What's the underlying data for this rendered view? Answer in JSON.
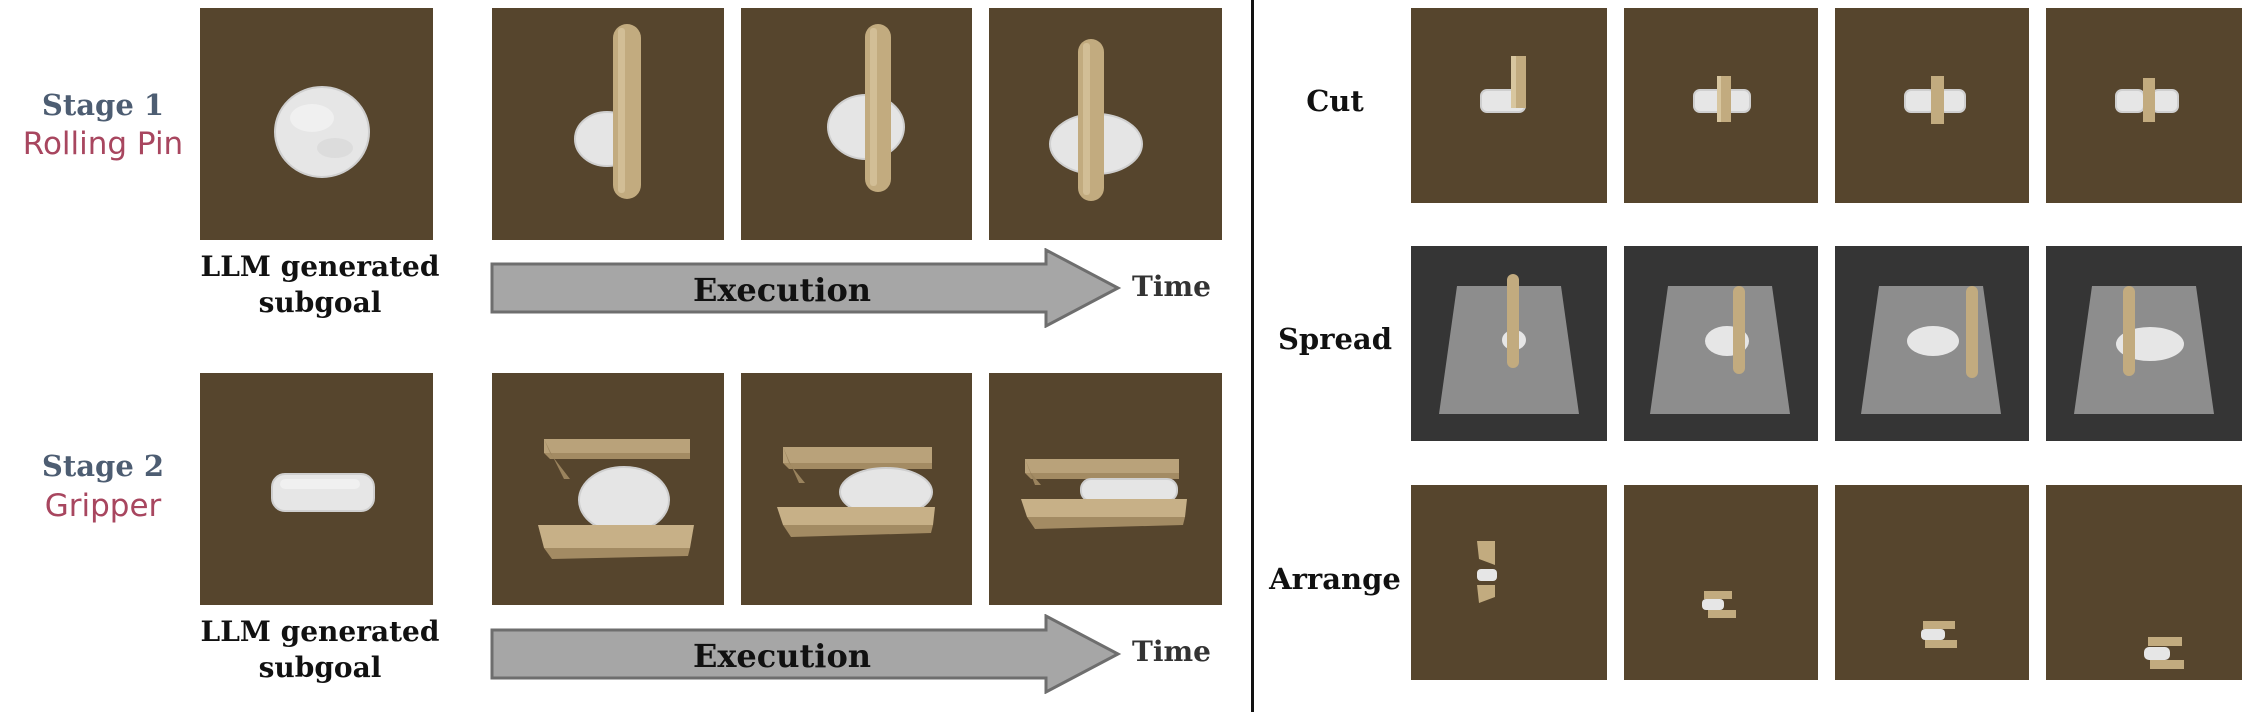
{
  "left": {
    "stages": [
      {
        "number": "Stage 1",
        "tool": "Rolling Pin",
        "caption_line1": "LLM generated",
        "caption_line2": "subgoal",
        "arrow_label": "Execution",
        "time_label": "Time"
      },
      {
        "number": "Stage 2",
        "tool": "Gripper",
        "caption_line1": "LLM generated",
        "caption_line2": "subgoal",
        "arrow_label": "Execution",
        "time_label": "Time"
      }
    ]
  },
  "right": {
    "tasks": [
      {
        "label": "Cut"
      },
      {
        "label": "Spread"
      },
      {
        "label": "Arrange"
      }
    ]
  },
  "colors": {
    "floor": "#56452d",
    "spread_background": "#353535",
    "board": "#8d8d8d",
    "dough": "#e8e8e8",
    "wood": "#c2ab7f",
    "arrow_fill": "#a6a6a6",
    "stage_number": "#4d5d72",
    "tool_name": "#a8465f"
  }
}
